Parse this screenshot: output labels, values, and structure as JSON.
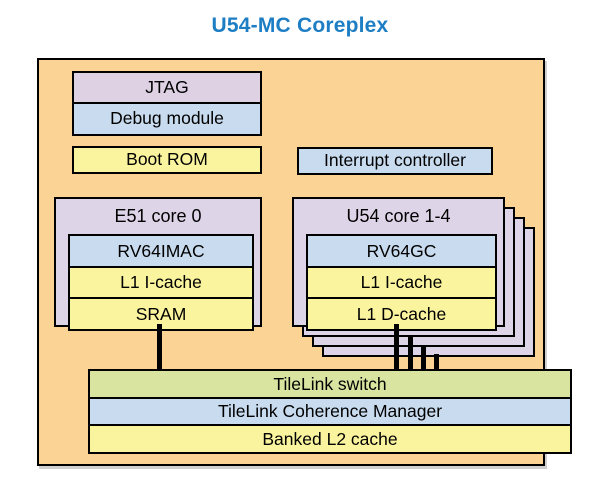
{
  "title": "U54-MC Coreplex",
  "colors": {
    "title_blue": "#1e7ec4",
    "container": "#fbd394",
    "lavender": "#ddd1e3",
    "corelav": "#ded4e7",
    "blue": "#c9dbee",
    "yellow": "#fbf49e",
    "green": "#d9e4a1",
    "border": "#000000"
  },
  "boxes": {
    "jtag": "JTAG",
    "debug_module": "Debug module",
    "boot_rom": "Boot ROM",
    "interrupt_controller": "Interrupt controller",
    "e51": {
      "title": "E51 core 0",
      "rows": [
        "RV64IMAC",
        "L1 I-cache",
        "SRAM"
      ]
    },
    "u54": {
      "title": "U54 core 1-4",
      "rows": [
        "RV64GC",
        "L1 I-cache",
        "L1 D-cache"
      ]
    },
    "tilelink_switch": "TileLink switch",
    "coherence_manager": "TileLink Coherence Manager",
    "l2_cache": "Banked L2 cache"
  }
}
